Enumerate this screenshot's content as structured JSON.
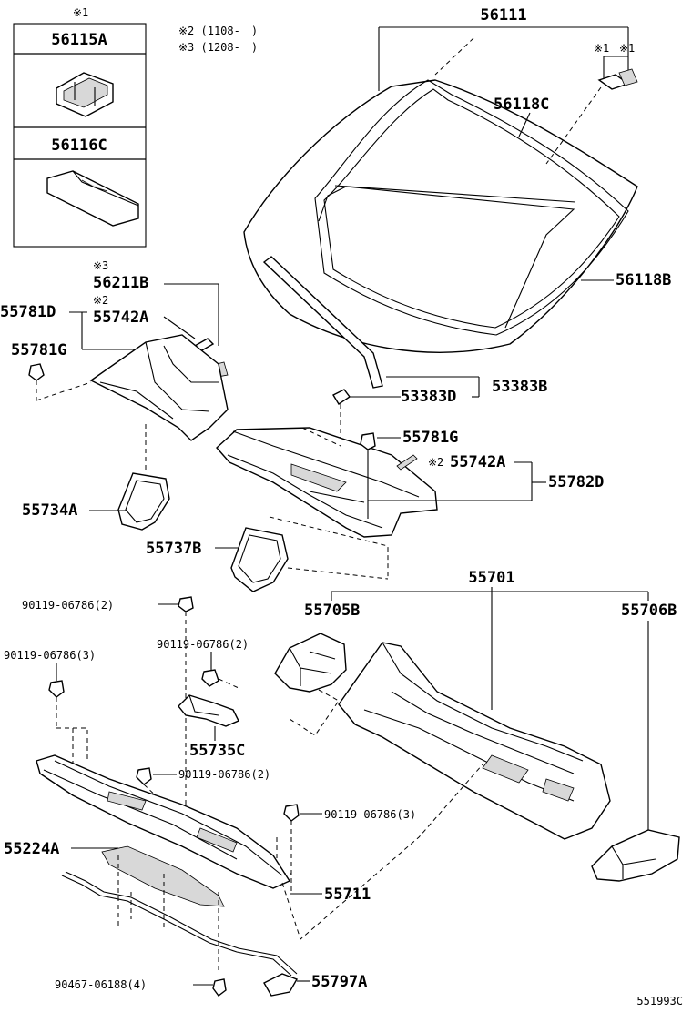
{
  "legend_box": {
    "note_mark": "※1",
    "part_a": "56115A",
    "part_b": "56116C"
  },
  "notes": {
    "note2": "※2 (1108-　)",
    "note3": "※3 (1208-　)"
  },
  "marks": {
    "m1a": "※1",
    "m1b": "※1",
    "m3": "※3",
    "m2a": "※2",
    "m2b": "※2"
  },
  "labels": {
    "p56111": "56111",
    "p56118C": "56118C",
    "p56118B": "56118B",
    "p56211B": "56211B",
    "p55781D": "55781D",
    "p55742A_top": "55742A",
    "p55781G_left": "55781G",
    "p53383B": "53383B",
    "p53383D": "53383D",
    "p55781G_mid": "55781G",
    "p55742A_mid": "55742A",
    "p55782D": "55782D",
    "p55734A": "55734A",
    "p55737B": "55737B",
    "p55701": "55701",
    "p55705B": "55705B",
    "p55706B": "55706B",
    "bolt1": "90119-06786(2)",
    "bolt2": "90119-06786(2)",
    "bolt3": "90119-06786(3)",
    "p55735C": "55735C",
    "bolt4": "90119-06786(2)",
    "bolt5": "90119-06786(3)",
    "p55224A": "55224A",
    "p55711": "55711",
    "clip": "90467-06188(4)",
    "p55797A": "55797A"
  },
  "diagram_code": "551993C"
}
